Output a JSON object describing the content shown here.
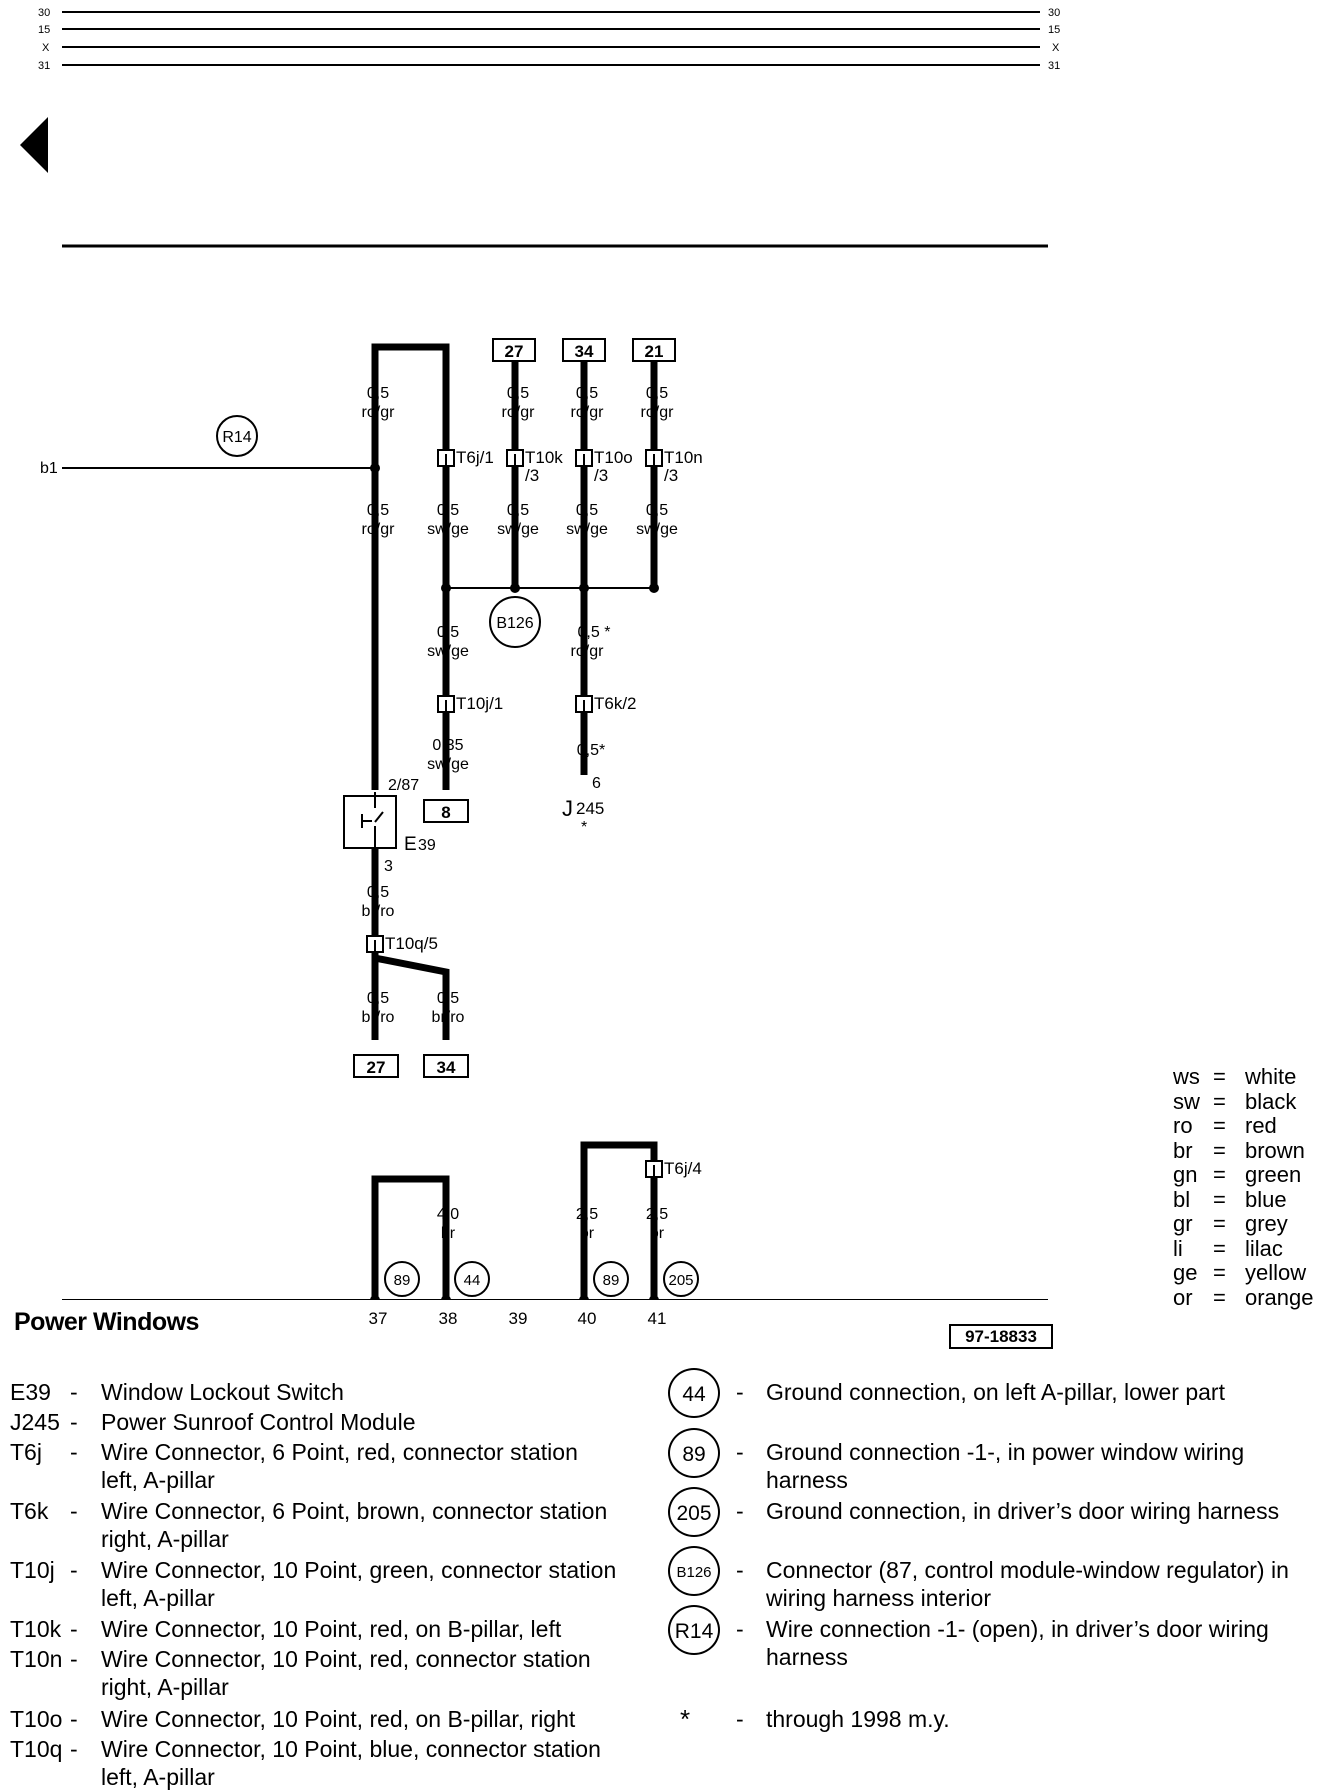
{
  "bus_lines": {
    "labels": [
      "30",
      "15",
      "X",
      "31"
    ]
  },
  "nav": {
    "back_icon": "triangle-left-icon"
  },
  "ground_bar": {
    "positions": [
      "37",
      "38",
      "39",
      "40",
      "41"
    ]
  },
  "diagram": {
    "input_b1": "b1",
    "junction_R14": "R14",
    "junction_B126": "B126",
    "top_refs": [
      "27",
      "34",
      "21"
    ],
    "bottom_refs": [
      "8",
      "27",
      "34"
    ],
    "wires": {
      "w1": [
        "0,5",
        "ro/gr"
      ],
      "w2": [
        "0,5",
        "ro/gr"
      ],
      "w3": [
        "0,5",
        "ro/gr"
      ],
      "w4": [
        "0,5",
        "ro/gr"
      ],
      "w5": [
        "0,5",
        "ro/gr"
      ],
      "w6": [
        "0,5",
        "sw/ge"
      ],
      "w7": [
        "0,5",
        "sw/ge"
      ],
      "w8": [
        "0,5",
        "sw/ge"
      ],
      "w9": [
        "0,5",
        "sw/ge"
      ],
      "w10": [
        "0,5",
        "sw/ge"
      ],
      "w11": [
        "0,5 *",
        "ro/gr"
      ],
      "w12": [
        "0,35",
        "sw/ge"
      ],
      "w13": "0,5*",
      "w14": [
        "0,5",
        "br/ro"
      ],
      "w15": [
        "0,5",
        "br/ro"
      ],
      "w16": [
        "0,5",
        "br/ro"
      ],
      "w17": [
        "4,0",
        "br"
      ],
      "w18": [
        "2,5",
        "br"
      ],
      "w19": [
        "2,5",
        "br"
      ]
    },
    "connectors": {
      "c1": "T6j/1",
      "c2": [
        "T10k",
        "/3"
      ],
      "c3": [
        "T10o",
        "/3"
      ],
      "c4": [
        "T10n",
        "/3"
      ],
      "c5": "T10j/1",
      "c6": "T6k/2",
      "c7": "T10q/5",
      "c8": "T6j/4"
    },
    "pins": {
      "p287": "2/87",
      "p3": "3",
      "p6": "6"
    },
    "components": {
      "E39": {
        "letter": "E",
        "num": "39"
      },
      "J245": {
        "letter": "J",
        "num": "245",
        "star": "*"
      }
    },
    "grounds": [
      "89",
      "44",
      "89",
      "205"
    ]
  },
  "color_legend": [
    {
      "code": "ws",
      "name": "white"
    },
    {
      "code": "sw",
      "name": "black"
    },
    {
      "code": "ro",
      "name": "red"
    },
    {
      "code": "br",
      "name": "brown"
    },
    {
      "code": "gn",
      "name": "green"
    },
    {
      "code": "bl",
      "name": "blue"
    },
    {
      "code": "gr",
      "name": "grey"
    },
    {
      "code": "li",
      "name": "lilac"
    },
    {
      "code": "ge",
      "name": "yellow"
    },
    {
      "code": "or",
      "name": "orange"
    }
  ],
  "title": "Power Windows",
  "figure_ref": "97-18833",
  "components_list": [
    {
      "code": "E39",
      "desc": "Window Lockout Switch"
    },
    {
      "code": "J245",
      "desc": "Power Sunroof Control Module"
    },
    {
      "code": "T6j",
      "desc": "Wire Connector, 6 Point, red, connector station left, A-pillar"
    },
    {
      "code": "T6k",
      "desc": "Wire Connector, 6 Point, brown, connector station right, A-pillar"
    },
    {
      "code": "T10j",
      "desc": "Wire Connector, 10 Point, green, connector station left, A-pillar"
    },
    {
      "code": "T10k",
      "desc": "Wire Connector, 10 Point, red, on B-pillar, left"
    },
    {
      "code": "T10n",
      "desc": "Wire Connector, 10 Point, red, connector station right, A-pillar"
    },
    {
      "code": "T10o",
      "desc": "Wire Connector, 10 Point, red, on B-pillar, right"
    },
    {
      "code": "T10q",
      "desc": "Wire Connector, 10 Point, blue, connector station left, A-pillar"
    }
  ],
  "ground_list": [
    {
      "symbol": "44",
      "desc": "Ground connection, on left A-pillar, lower part"
    },
    {
      "symbol": "89",
      "desc": "Ground connection -1-, in power window wiring harness"
    },
    {
      "symbol": "205",
      "desc": "Ground connection, in driver’s door wiring harness"
    },
    {
      "symbol": "B126",
      "desc": "Connector (87, control module-window regulator) in wiring harness interior"
    },
    {
      "symbol": "R14",
      "desc": "Wire connection -1- (open), in driver’s door wiring harness"
    },
    {
      "symbol": "*",
      "desc": "through 1998 m.y."
    }
  ]
}
